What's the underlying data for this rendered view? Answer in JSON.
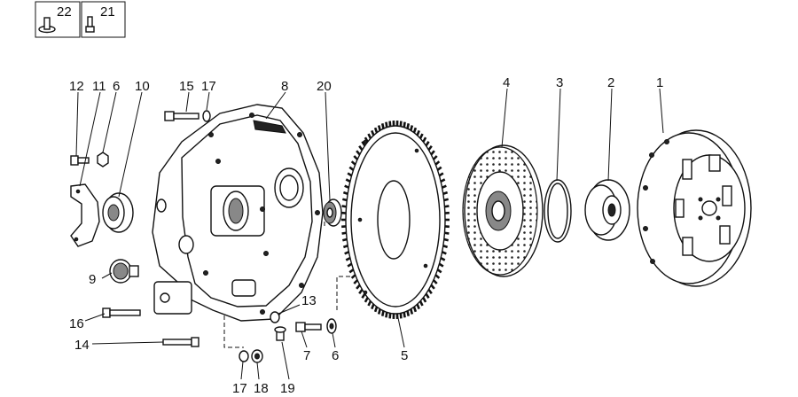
{
  "legend": [
    {
      "number": "22",
      "icon": "washer-pin-icon"
    },
    {
      "number": "21",
      "icon": "small-bolt-icon"
    }
  ],
  "labels": {
    "l12": "12",
    "l11": "11",
    "l6a": "6",
    "l10": "10",
    "l15": "15",
    "l17a": "17",
    "l8": "8",
    "l20": "20",
    "l4": "4",
    "l3": "3",
    "l2": "2",
    "l1": "1",
    "l9": "9",
    "l16": "16",
    "l14": "14",
    "l13": "13",
    "l7": "7",
    "l6b": "6",
    "l5": "5",
    "l17b": "17",
    "l18": "18",
    "l19": "19"
  }
}
